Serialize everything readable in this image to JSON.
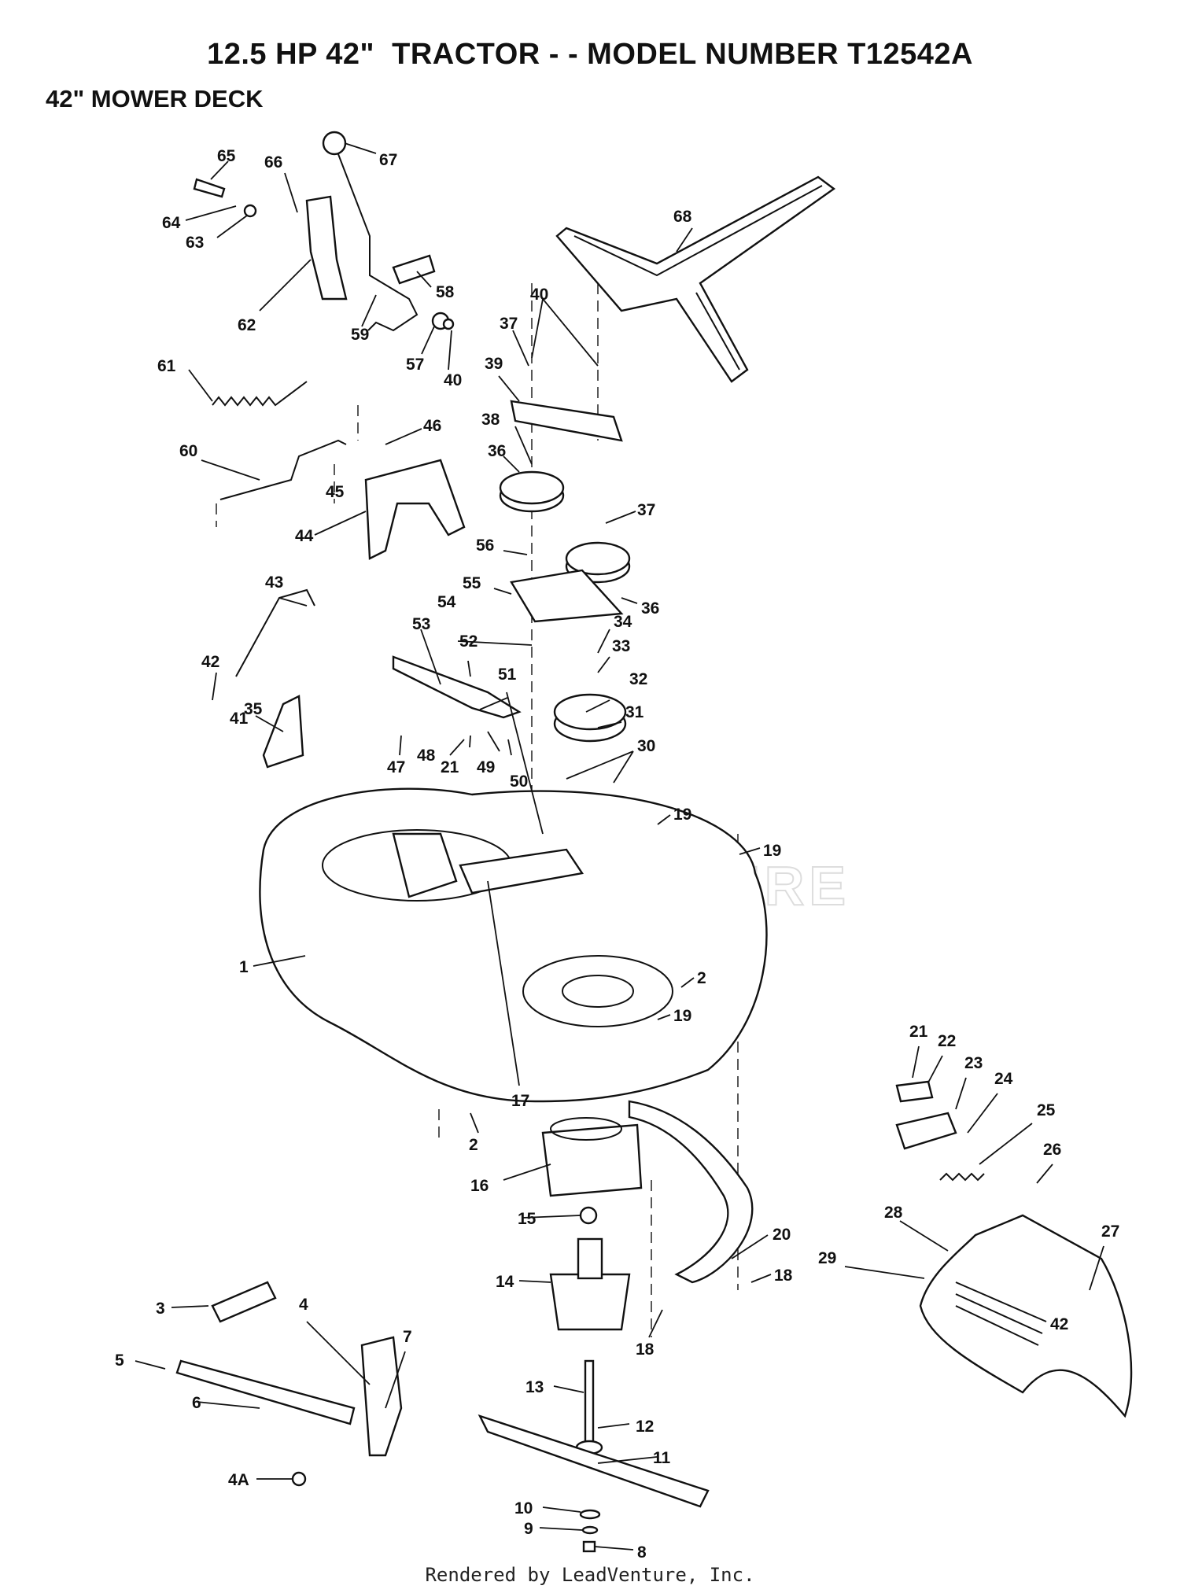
{
  "header": {
    "title": "12.5 HP 42\"  TRACTOR - - MODEL NUMBER T12542A",
    "subtitle": "42\" MOWER DECK"
  },
  "watermark": "LEADVENTURE",
  "footer": "Rendered by LeadVenture, Inc.",
  "deck_badge": "42",
  "callouts": [
    "65",
    "66",
    "67",
    "64",
    "63",
    "62",
    "59",
    "58",
    "57",
    "40",
    "40",
    "37",
    "39",
    "68",
    "61",
    "60",
    "45",
    "46",
    "38",
    "36",
    "44",
    "37",
    "56",
    "55",
    "36",
    "43",
    "54",
    "34",
    "53",
    "52",
    "33",
    "42",
    "51",
    "35",
    "32",
    "41",
    "31",
    "30",
    "47",
    "48",
    "21",
    "49",
    "50",
    "19",
    "19",
    "1",
    "2",
    "19",
    "17",
    "21",
    "22",
    "23",
    "24",
    "25",
    "2",
    "26",
    "16",
    "15",
    "20",
    "28",
    "27",
    "29",
    "18",
    "14",
    "18",
    "3",
    "4",
    "5",
    "13",
    "7",
    "6",
    "12",
    "11",
    "4A",
    "10",
    "9",
    "8"
  ]
}
